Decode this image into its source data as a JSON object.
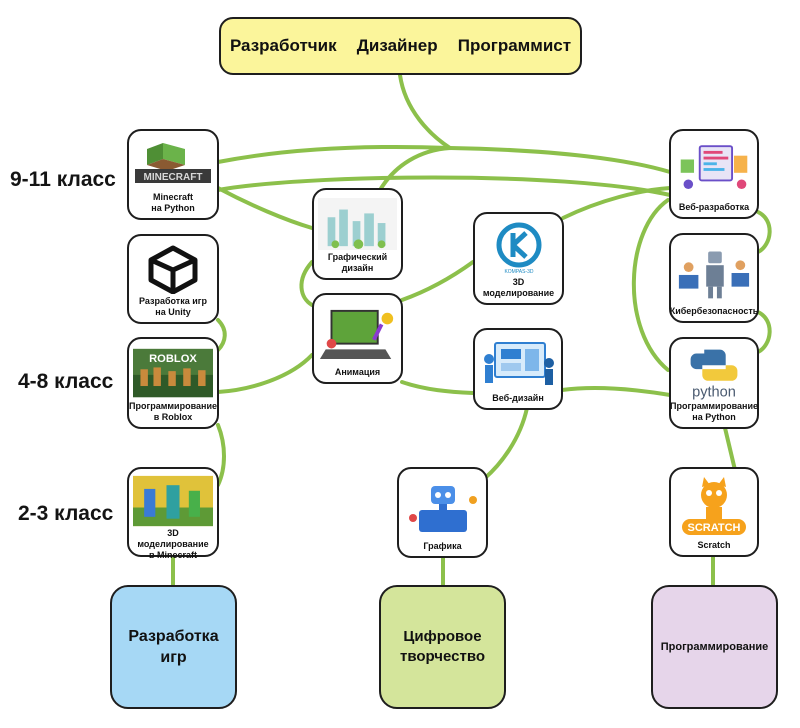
{
  "header": {
    "title": "Разработчик   Дизайнер   Программист"
  },
  "grades": {
    "senior": "9-11 класс",
    "middle": "4-8 класс",
    "junior": "2-3 класс"
  },
  "colors": {
    "connector": "#8cc04b",
    "header_fill": "#fbf59b",
    "games_fill": "#a6d8f5",
    "creative_fill": "#d4e59b",
    "programming_fill": "#e6d5ea"
  },
  "courses": {
    "minecraft_python": {
      "caption": "Minecraft\nна Python",
      "logo_text": "MINECRAFT"
    },
    "unity": {
      "caption": "Разработка игр\nна Unity"
    },
    "roblox": {
      "caption": "Программирование\nв Roblox",
      "logo_text": "ROBLOX"
    },
    "minecraft_3d": {
      "caption": "3D моделирование\nв Minecraft"
    },
    "graphic_design": {
      "caption": "Графический\nдизайн"
    },
    "animation": {
      "caption": "Анимация"
    },
    "modeling_3d": {
      "caption": "3D\nмоделирование",
      "logo_text": "KOMPAS-3D"
    },
    "web_design": {
      "caption": "Веб-дизайн"
    },
    "graphics": {
      "caption": "Графика"
    },
    "web_dev": {
      "caption": "Веб-разработка"
    },
    "cybersecurity": {
      "caption": "Кибербезопасность"
    },
    "python": {
      "caption": "Программирование\nна Python",
      "logo_text": "python"
    },
    "scratch": {
      "caption": "Scratch",
      "logo_text": "SCRATCH"
    }
  },
  "categories": {
    "games": "Разработка\nигр",
    "creative": "Цифровое\nтворчество",
    "programming": "Программирование"
  }
}
